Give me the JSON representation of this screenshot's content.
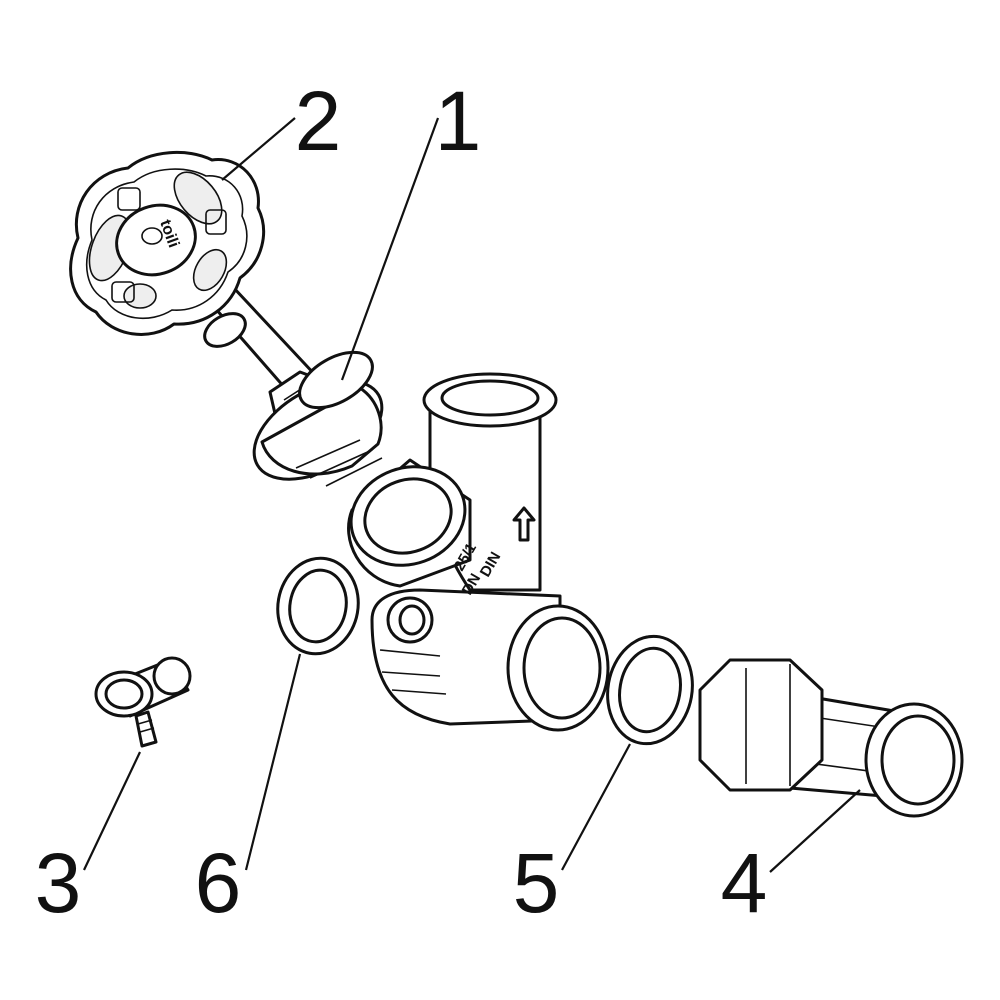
{
  "callouts": [
    {
      "id": "1",
      "label": "1"
    },
    {
      "id": "2",
      "label": "2"
    },
    {
      "id": "3",
      "label": "3"
    },
    {
      "id": "4",
      "label": "4"
    },
    {
      "id": "5",
      "label": "5"
    },
    {
      "id": "6",
      "label": "6"
    }
  ],
  "markings": {
    "handwheel_brand": "toili",
    "body_pressure": "25/1",
    "body_din": "DIN",
    "body_dn": "DN"
  },
  "colors": {
    "stroke": "#111111",
    "background": "#ffffff"
  }
}
